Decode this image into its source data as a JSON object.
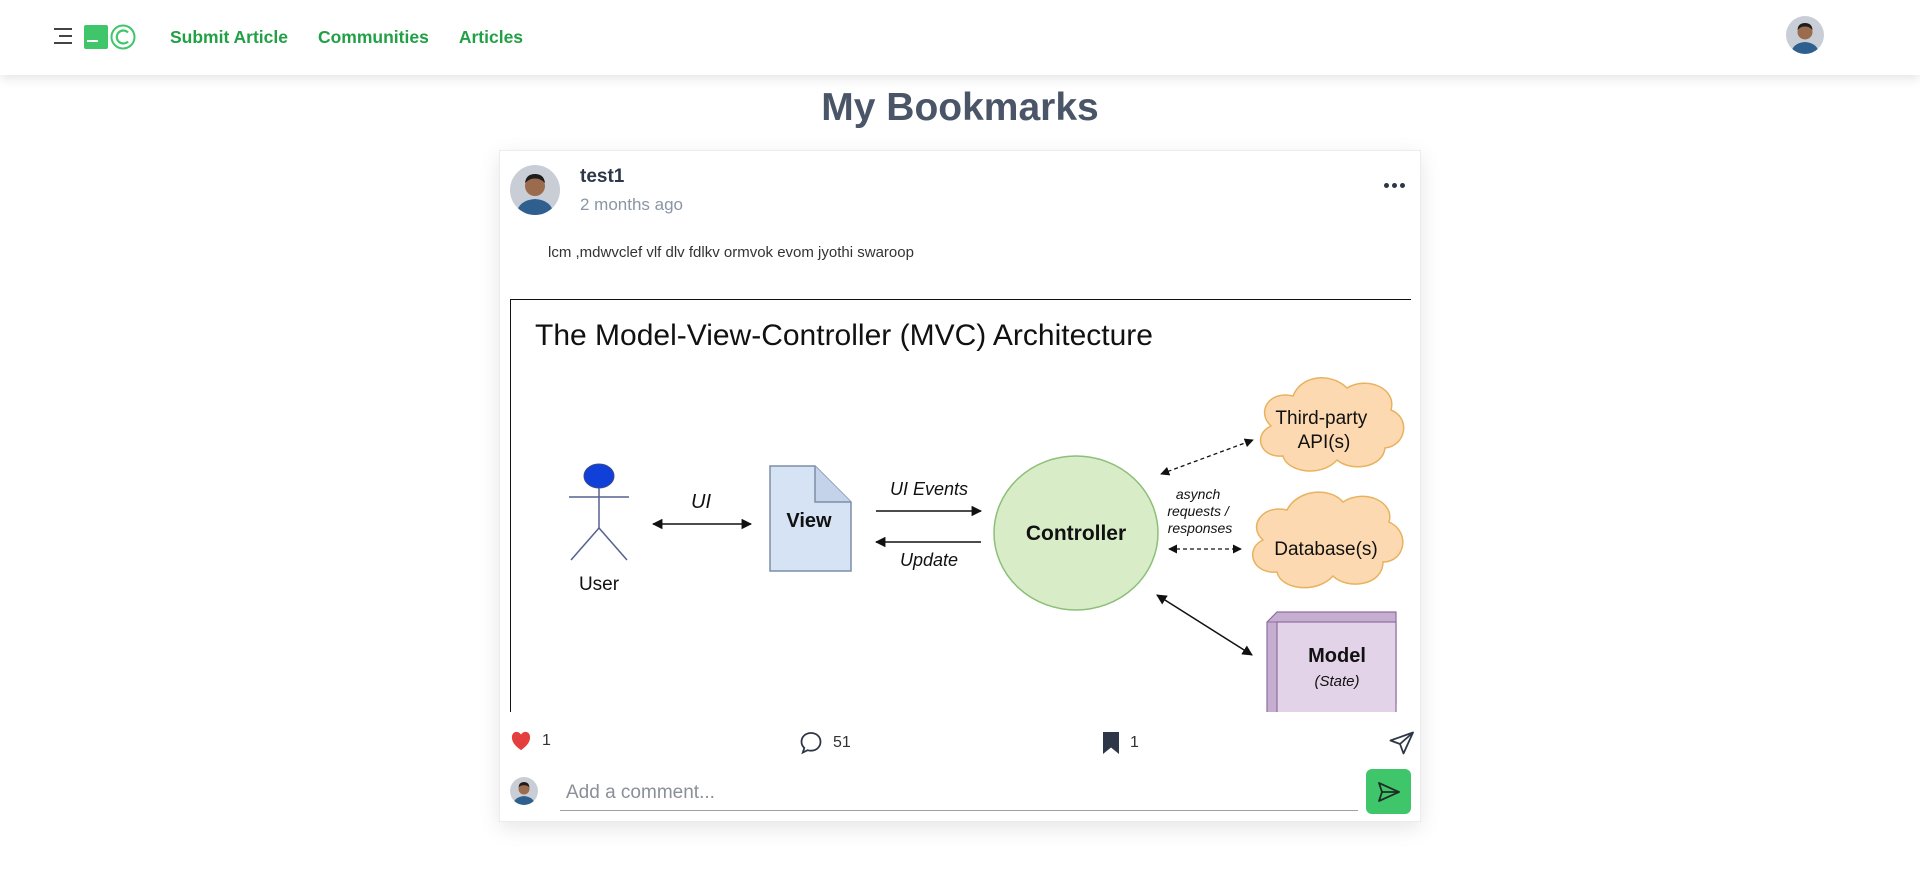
{
  "nav": {
    "links": [
      "Submit Article",
      "Communities",
      "Articles"
    ],
    "colors": {
      "accent": "#22a046",
      "logo": "#3fc56a"
    }
  },
  "page": {
    "title": "My Bookmarks"
  },
  "post": {
    "author": "test1",
    "time": "2 months ago",
    "text": "lcm ,mdwvclef vlf dlv fdlkv ormvok evom jyothi swaroop",
    "figure": {
      "title": "The Model-View-Controller (MVC) Architecture",
      "user_label": "User",
      "ui_label": "UI",
      "view_label": "View",
      "ui_events_label": "UI Events",
      "update_label": "Update",
      "controller_label": "Controller",
      "async_label": [
        "asynch",
        "requests /",
        "responses"
      ],
      "thirdparty_label": [
        "Third-party",
        "API(s)"
      ],
      "database_label": "Database(s)",
      "model_label": "Model",
      "state_label": "(State)"
    },
    "likes": "1",
    "comments": "51",
    "bookmarks": "1"
  },
  "comment": {
    "placeholder": "Add a comment..."
  }
}
